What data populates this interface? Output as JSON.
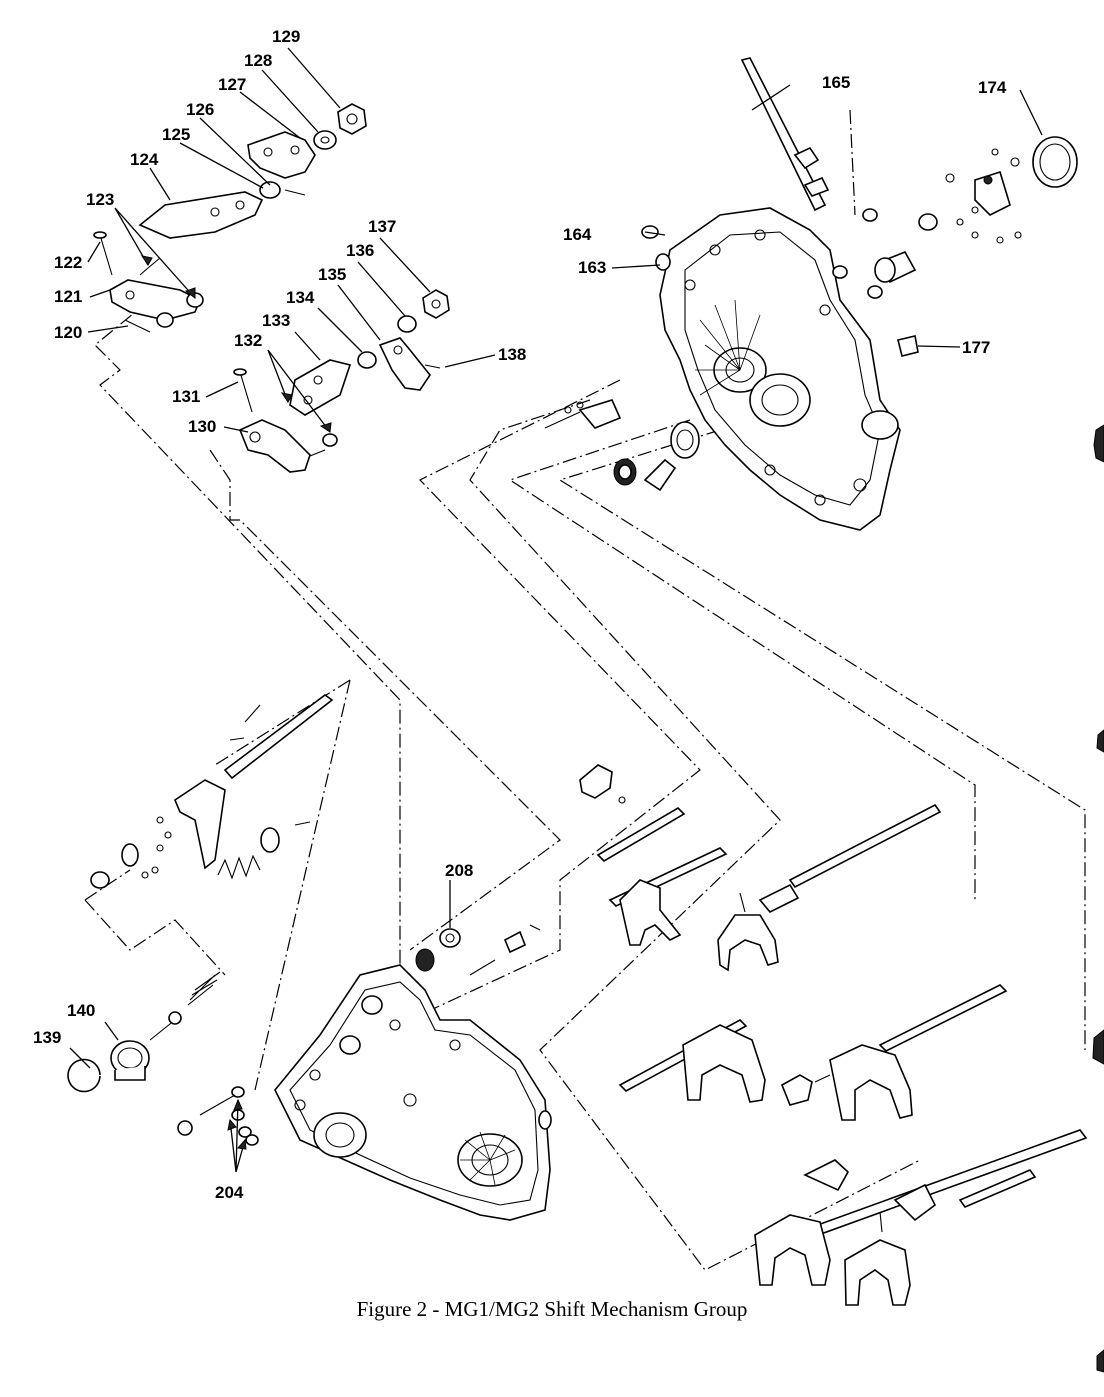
{
  "figure": {
    "caption": "Figure 2 - MG1/MG2 Shift Mechanism Group"
  },
  "callouts": {
    "c120": "120",
    "c121": "121",
    "c122": "122",
    "c123": "123",
    "c124": "124",
    "c125": "125",
    "c126": "126",
    "c127": "127",
    "c128": "128",
    "c129": "129",
    "c130": "130",
    "c131": "131",
    "c132": "132",
    "c133": "133",
    "c134": "134",
    "c135": "135",
    "c136": "136",
    "c137": "137",
    "c138": "138",
    "c139": "139",
    "c140": "140",
    "c163": "163",
    "c164": "164",
    "c165": "165",
    "c174": "174",
    "c177": "177",
    "c204": "204",
    "c208": "208"
  },
  "colors": {
    "ink": "#000000",
    "paper": "#ffffff"
  }
}
